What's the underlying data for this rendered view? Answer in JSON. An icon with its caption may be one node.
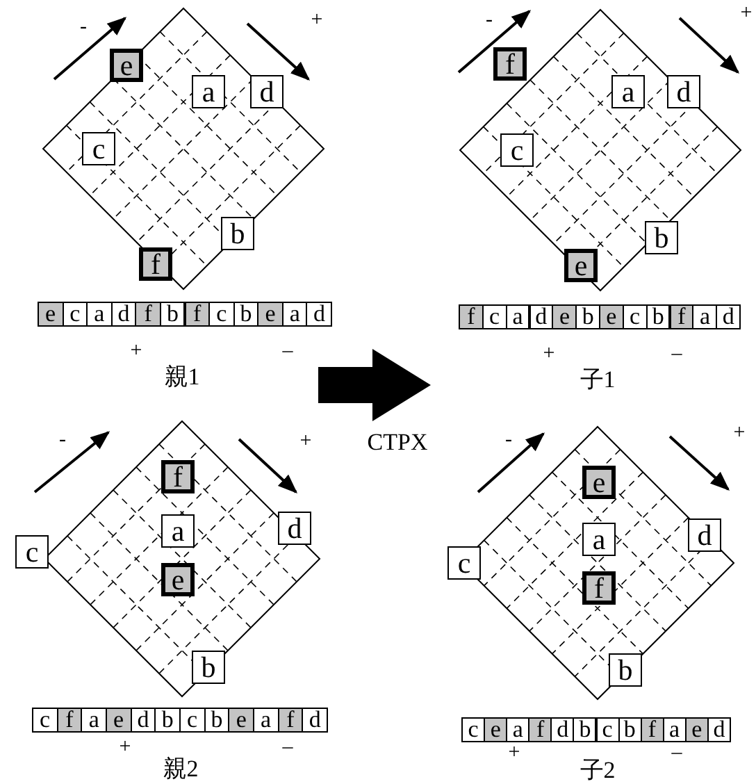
{
  "diagram": {
    "nodes": [
      {
        "text": [
          "e"
        ]
      },
      {
        "text": [
          "a"
        ]
      },
      {
        "text": [
          "d"
        ]
      },
      {
        "text": [
          "c"
        ]
      },
      {
        "text": [
          "b"
        ]
      },
      {
        "text": [
          "f"
        ]
      },
      {
        "text": [
          "f"
        ]
      },
      {
        "text": [
          "a"
        ]
      },
      {
        "text": [
          "d"
        ]
      },
      {
        "text": [
          "c"
        ]
      },
      {
        "text": [
          "b"
        ]
      },
      {
        "text": [
          "e"
        ]
      },
      {
        "text": [
          "f"
        ]
      },
      {
        "text": [
          "a"
        ]
      },
      {
        "text": [
          "d"
        ]
      },
      {
        "text": [
          "c"
        ]
      },
      {
        "text": [
          "e"
        ]
      },
      {
        "text": [
          "b"
        ]
      },
      {
        "text": [
          "e"
        ]
      },
      {
        "text": [
          "a"
        ]
      },
      {
        "text": [
          "d"
        ]
      },
      {
        "text": [
          "c"
        ]
      },
      {
        "text": [
          "f"
        ]
      },
      {
        "text": [
          "b"
        ]
      }
    ],
    "labels": [
      "-",
      "+",
      "e",
      "c",
      "a",
      "d",
      "f",
      "b",
      "f",
      "c",
      "b",
      "e",
      "a",
      "d",
      "+",
      "–",
      "親1",
      "-",
      "+",
      "f",
      "c",
      "a",
      "d",
      "e",
      "b",
      "e",
      "c",
      "b",
      "f",
      "a",
      "d",
      "+",
      "–",
      "子1",
      "CTPX",
      "-",
      "+",
      "c",
      "f",
      "a",
      "e",
      "d",
      "b",
      "c",
      "b",
      "e",
      "a",
      "f",
      "d",
      "+",
      "–",
      "親2",
      "-",
      "+",
      "c",
      "e",
      "a",
      "f",
      "d",
      "b",
      "c",
      "b",
      "f",
      "a",
      "e",
      "d",
      "+",
      "–",
      "子2"
    ]
  }
}
